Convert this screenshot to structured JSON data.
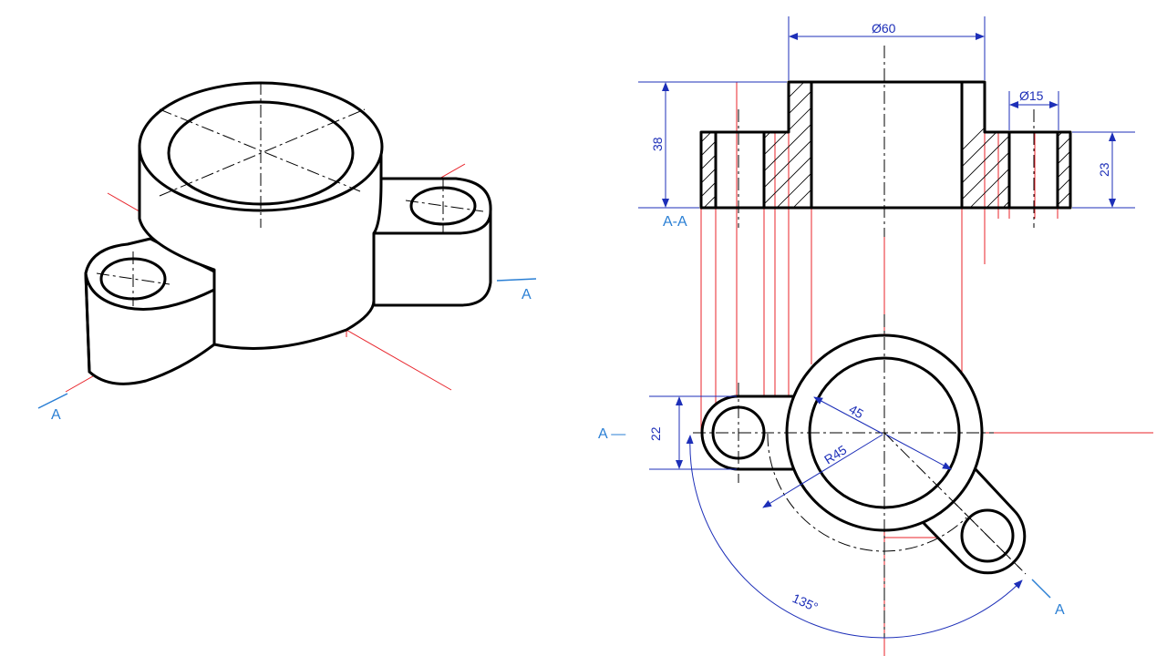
{
  "section_view": {
    "label": "A-A",
    "dims": {
      "dia_outer": "Ø60",
      "dia_hole": "Ø15",
      "height_total": "38",
      "height_flange": "23"
    }
  },
  "top_view": {
    "dims": {
      "width_lug": "22",
      "radius_bolt": "R45",
      "radius_inner": "45",
      "angle": "135°"
    },
    "cut_labels": {
      "left": "A —",
      "right": "A"
    }
  },
  "iso_view": {
    "cut_labels": {
      "right": "A",
      "left": "A"
    }
  },
  "colors": {
    "object": "#000000",
    "construction": "#e8232a",
    "dimension": "#1d2fb8",
    "cut_plane": "#2a7fd4"
  }
}
